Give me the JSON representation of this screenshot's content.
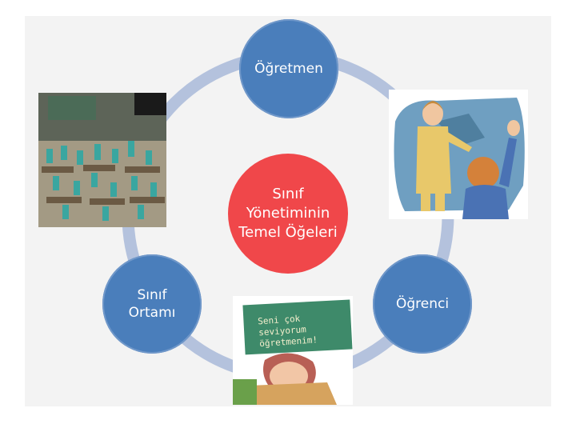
{
  "diagram": {
    "center": {
      "label": "Sınıf Yönetiminin Temel Öğeleri",
      "color": "#f0474a"
    },
    "nodes": [
      {
        "id": "teacher",
        "label": "Öğretmen",
        "color": "#4a7ebb"
      },
      {
        "id": "student",
        "label": "Öğrenci",
        "color": "#4a7ebb"
      },
      {
        "id": "environment",
        "label": "Sınıf Ortamı",
        "color": "#4a7ebb"
      }
    ],
    "ring_color": "#b4c2dd"
  },
  "images": [
    {
      "name": "classroom-photo",
      "icon": "classroom-illustration"
    },
    {
      "name": "teacher-student-clipart",
      "icon": "teacher-pointing-illustration"
    },
    {
      "name": "chalkboard-clipart",
      "icon": "chalkboard-child-illustration",
      "text": "Seni çok seviyorum öğretmenim!"
    }
  ]
}
